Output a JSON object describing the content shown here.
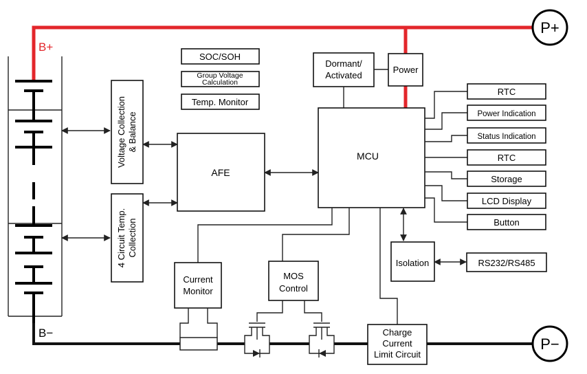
{
  "terminals": {
    "p_plus": "P+",
    "p_minus": "P−",
    "b_plus": "B+",
    "b_minus": "B−"
  },
  "blocks": {
    "soc": "SOC/SOH",
    "group_voltage": [
      "Group Voltage",
      "Calculation"
    ],
    "temp_monitor": "Temp. Monitor",
    "dormant": [
      "Dormant/",
      "Activated"
    ],
    "power": "Power",
    "voltage_collection": [
      "Voltage Collection",
      "& Balance"
    ],
    "temp_collection": [
      "4 Circuit Temp.",
      "Collection"
    ],
    "afe": "AFE",
    "mcu": "MCU",
    "current_monitor": [
      "Current",
      "Monitor"
    ],
    "mos_control": [
      "MOS",
      "Control"
    ],
    "charge_limit": [
      "Charge",
      "Current",
      "Limit Circuit"
    ],
    "isolation": "Isolation",
    "rs": "RS232/RS485"
  },
  "peripherals": [
    "RTC",
    "Power Indication",
    "Status Indication",
    "RTC",
    "Storage",
    "LCD Display",
    "Button"
  ],
  "colors": {
    "power_line": "#e3262b",
    "ink": "#111111"
  }
}
